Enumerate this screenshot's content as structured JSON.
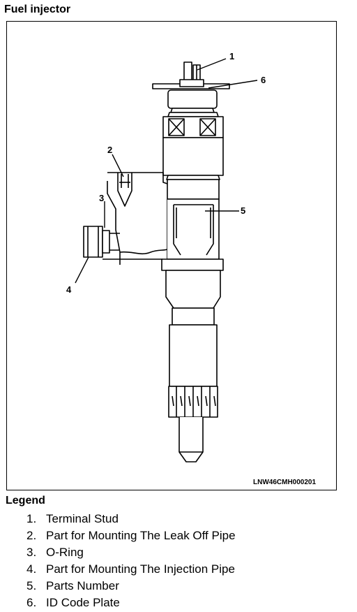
{
  "title": "Fuel injector",
  "diagram": {
    "callouts": [
      "1",
      "6",
      "2",
      "3",
      "5",
      "4"
    ],
    "code": "LNW46CMH000201"
  },
  "legend": {
    "heading": "Legend",
    "items": [
      {
        "num": "1.",
        "label": "Terminal Stud"
      },
      {
        "num": "2.",
        "label": "Part for Mounting The Leak Off Pipe"
      },
      {
        "num": "3.",
        "label": "O-Ring"
      },
      {
        "num": "4.",
        "label": "Part for Mounting The Injection Pipe"
      },
      {
        "num": "5.",
        "label": "Parts Number"
      },
      {
        "num": "6.",
        "label": "ID Code Plate"
      }
    ]
  }
}
